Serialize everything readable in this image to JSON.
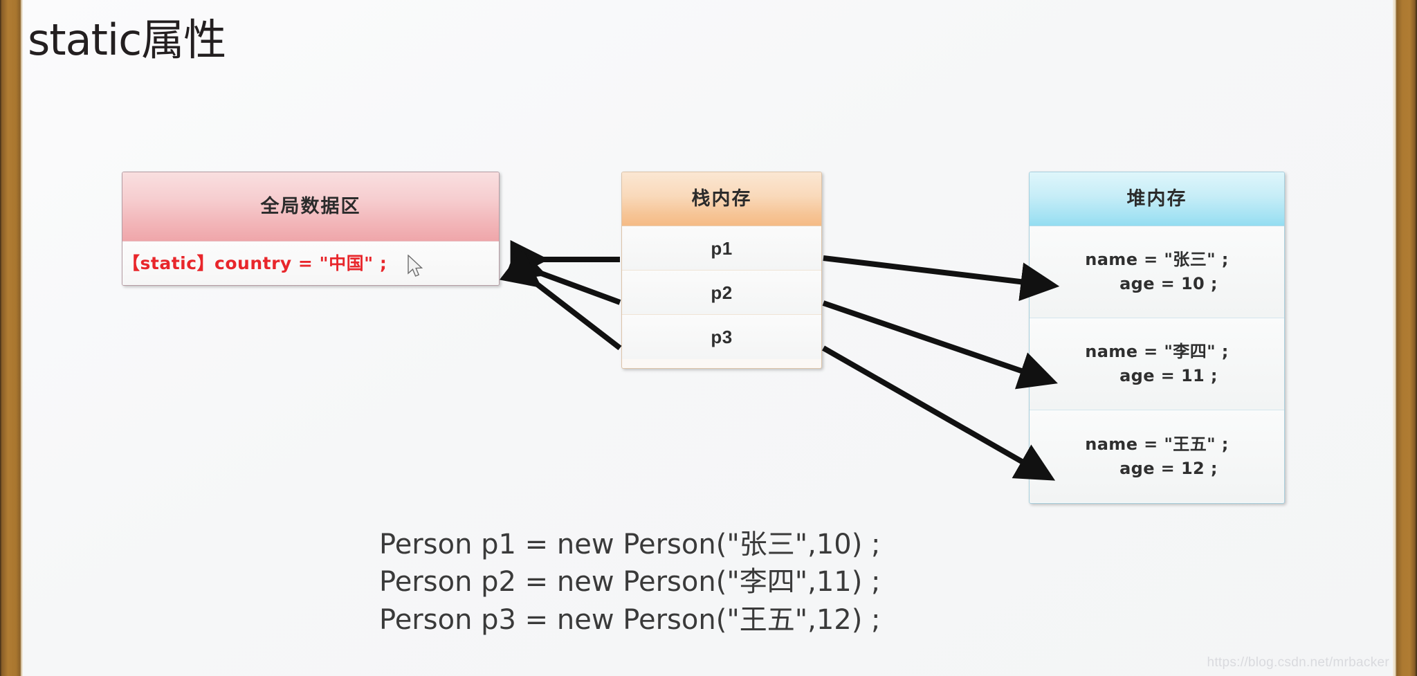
{
  "slide": {
    "title": "static属性",
    "watermark": "https://blog.csdn.net/mrbacker"
  },
  "global_data_area": {
    "header": "全局数据区",
    "field": "【static】country = \"中国\" ;"
  },
  "stack_memory": {
    "header": "栈内存",
    "rows": [
      {
        "label": "p1"
      },
      {
        "label": "p2"
      },
      {
        "label": "p3"
      }
    ]
  },
  "heap_memory": {
    "header": "堆内存",
    "objects": [
      {
        "name_line": "name = \"张三\" ;",
        "age_line": "age = 10 ;"
      },
      {
        "name_line": "name = \"李四\" ;",
        "age_line": "age = 11 ;"
      },
      {
        "name_line": "name = \"王五\" ;",
        "age_line": "age = 12 ;"
      }
    ]
  },
  "code": {
    "lines": [
      "Person p1 = new Person(\"张三\",10) ;",
      "Person p2 = new Person(\"李四\",11) ;",
      "Person p3 = new Person(\"王五\",12) ;"
    ]
  },
  "arrows": {
    "stack_to_global": [
      {
        "from": "p1",
        "to": "global-data-area"
      },
      {
        "from": "p2",
        "to": "global-data-area"
      },
      {
        "from": "p3",
        "to": "global-data-area"
      }
    ],
    "stack_to_heap": [
      {
        "from": "p1",
        "to": "heap-object-1"
      },
      {
        "from": "p2",
        "to": "heap-object-2"
      },
      {
        "from": "p3",
        "to": "heap-object-3"
      }
    ]
  },
  "colors": {
    "global_accent": "#efa6aa",
    "stack_accent": "#f5bb86",
    "heap_accent": "#93ddf1",
    "static_text": "#e8262b",
    "frame": "#b07c33"
  }
}
